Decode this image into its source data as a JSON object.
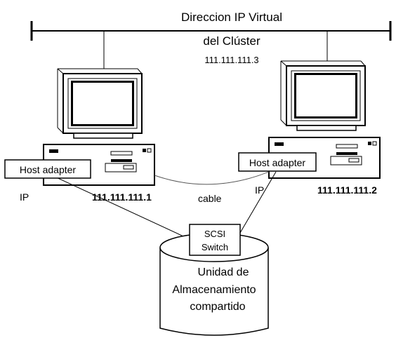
{
  "cluster": {
    "title_line1": "Direccion IP Virtual",
    "title_line2": "del Clúster",
    "virtual_ip": "111.111.111.3"
  },
  "node_left": {
    "adapter_label": "Host adapter",
    "ip_label": "IP",
    "ip_address": "111.111.111.1"
  },
  "node_right": {
    "adapter_label": "Host adapter",
    "ip_label": "IP",
    "ip_address": "111.111.111.2"
  },
  "link": {
    "cable_label": "cable"
  },
  "switch": {
    "line1": "SCSI",
    "line2": "Switch"
  },
  "storage": {
    "line1": "Unidad de",
    "line2": "Almacenamiento",
    "line3": "compartido"
  },
  "colors": {
    "stroke": "#000000",
    "screen": "#000000",
    "fill": "#ffffff",
    "cable": "#555555"
  }
}
